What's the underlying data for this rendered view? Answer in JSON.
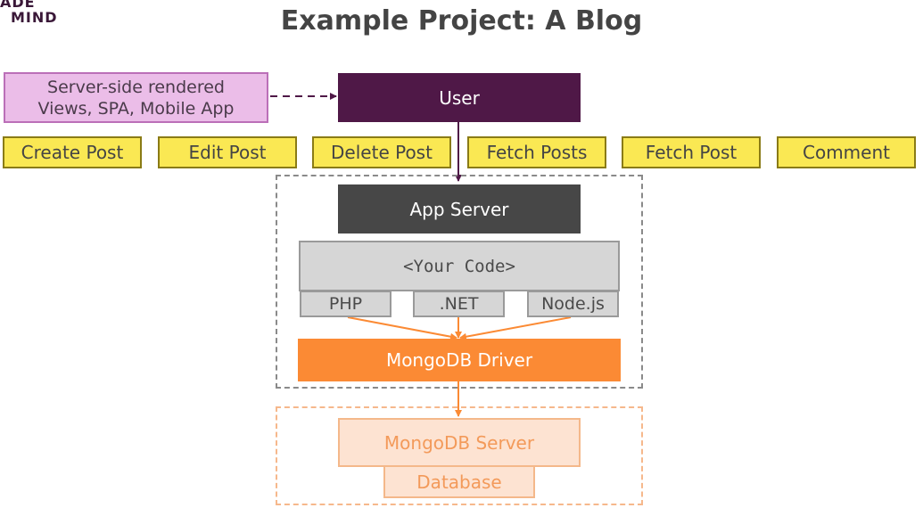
{
  "logo": {
    "line1": "ADE",
    "line2": "MIND"
  },
  "title": "Example Project: A Blog",
  "clients": {
    "line1": "Server-side rendered",
    "line2": "Views, SPA, Mobile App"
  },
  "user": "User",
  "operations": [
    "Create Post",
    "Edit Post",
    "Delete Post",
    "Fetch Posts",
    "Fetch Post",
    "Comment"
  ],
  "app_server": "App Server",
  "your_code": "<Your Code>",
  "languages": [
    "PHP",
    ".NET",
    "Node.js"
  ],
  "driver": "MongoDB Driver",
  "mongodb_server": "MongoDB Server",
  "database": "Database",
  "colors": {
    "clients_fill": "#ebbde8",
    "user_fill": "#4f1847",
    "operation_fill": "#fae853",
    "app_server_fill": "#474747",
    "code_fill": "#d6d6d6",
    "driver_fill": "#fb8a34",
    "server_fill": "#fde3d2"
  }
}
